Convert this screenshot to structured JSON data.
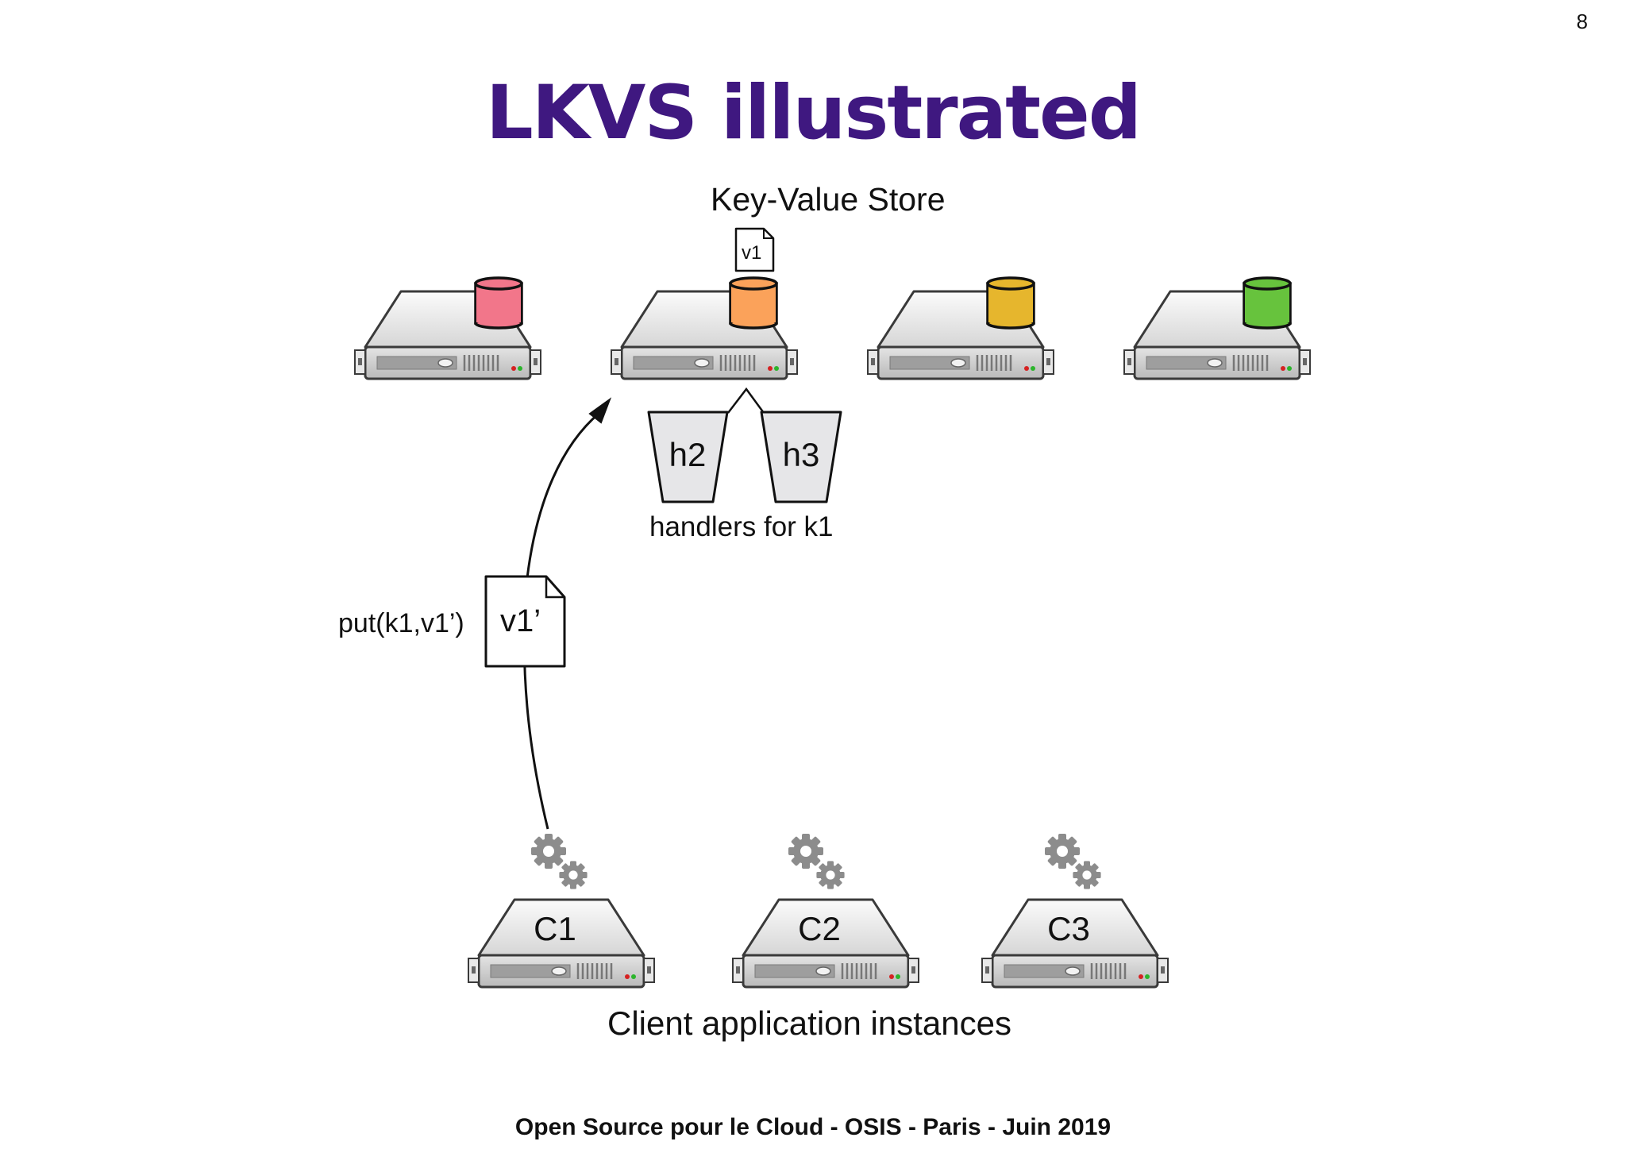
{
  "page_number": "8",
  "title": "LKVS illustrated",
  "colors": {
    "title": "#3f1880",
    "db_red": "#f2768a",
    "db_orange": "#fba25a",
    "db_yellow": "#e6b62d",
    "db_green": "#67c33d",
    "server": "#d8d8d8",
    "handler": "#e6e6e8",
    "gear": "#8c8c8c"
  },
  "kvs": {
    "label": "Key-Value Store",
    "stored_value": "v1",
    "handlers": [
      "h2",
      "h3"
    ],
    "handlers_label": "handlers for k1"
  },
  "request": {
    "call": "put(k1,v1’)",
    "doc": "v1’"
  },
  "clients": {
    "labels": [
      "C1",
      "C2",
      "C3"
    ],
    "caption": "Client application instances"
  },
  "footer": "Open Source pour le Cloud - OSIS - Paris - Juin 2019"
}
